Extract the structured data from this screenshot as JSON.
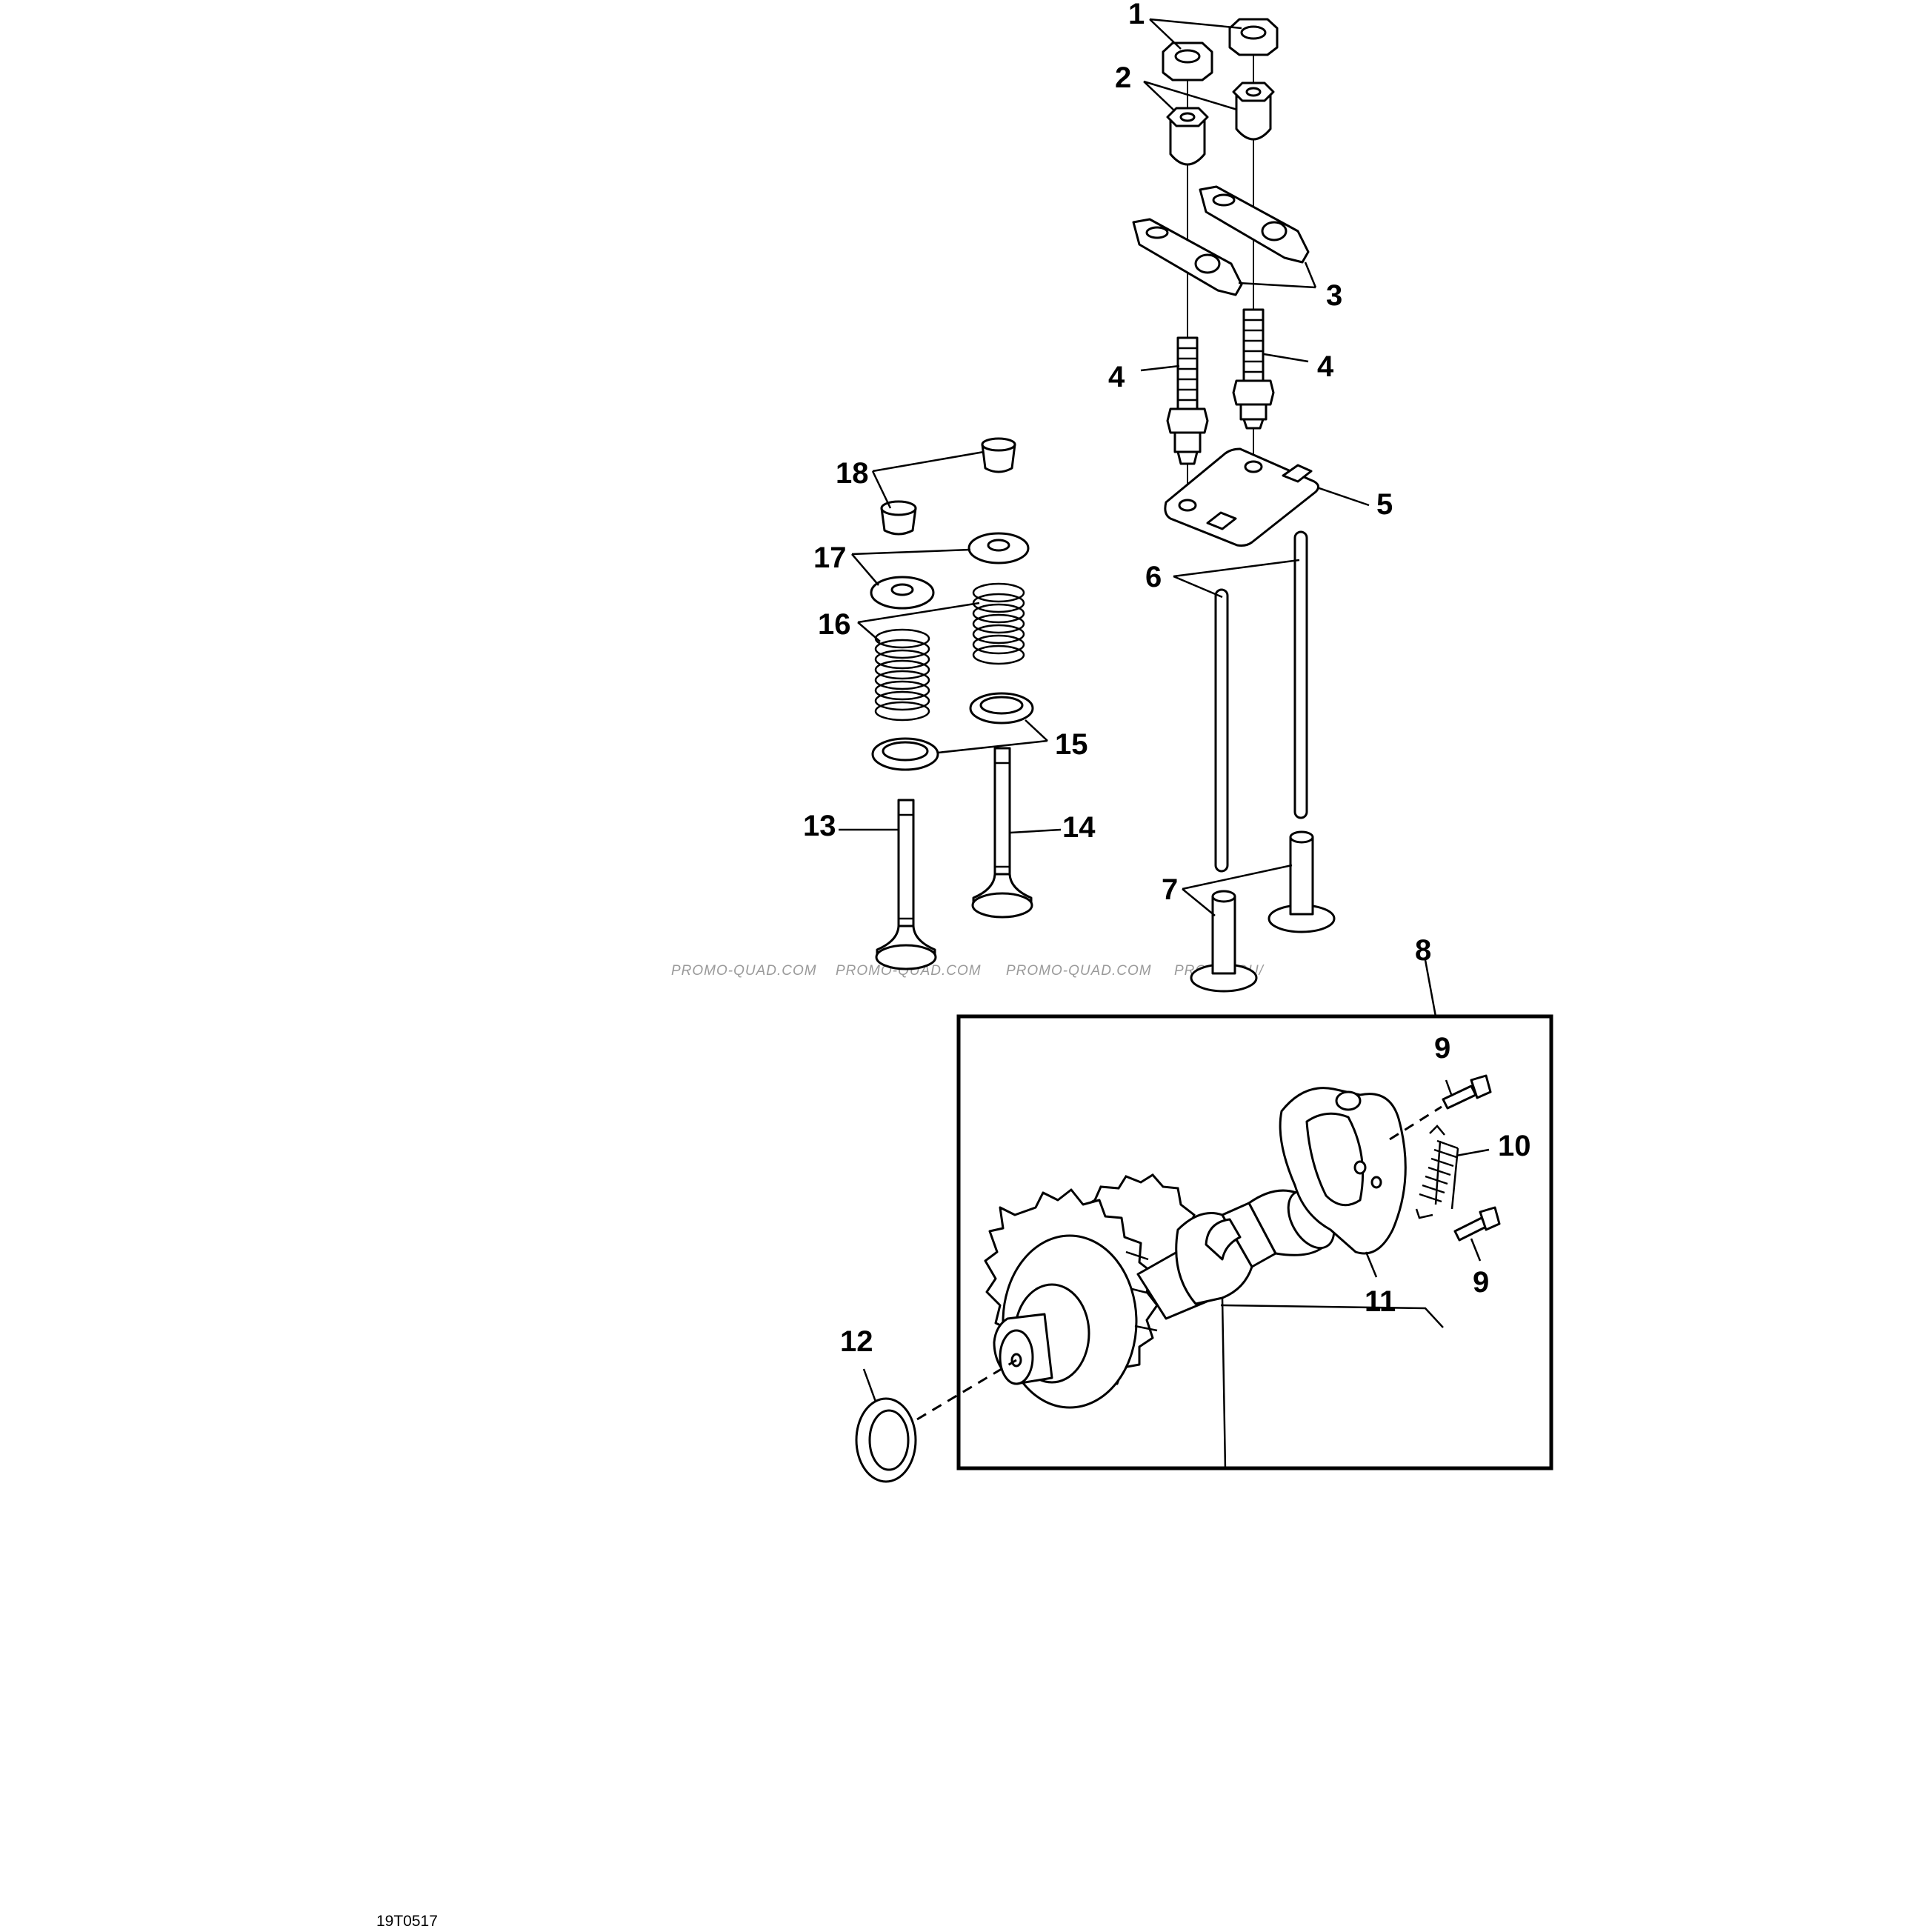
{
  "diagram": {
    "callouts": [
      "1",
      "2",
      "3",
      "4",
      "4",
      "5",
      "6",
      "7",
      "8",
      "9",
      "10",
      "9",
      "11",
      "12",
      "13",
      "14",
      "15",
      "16",
      "17",
      "18"
    ],
    "watermark": [
      "PROMO-QUAD.COM",
      "PROMO-QUAD.COM",
      "PROMO-QUAD.COM",
      "PROMO-QU/"
    ],
    "drawing_code": "19T0517"
  }
}
